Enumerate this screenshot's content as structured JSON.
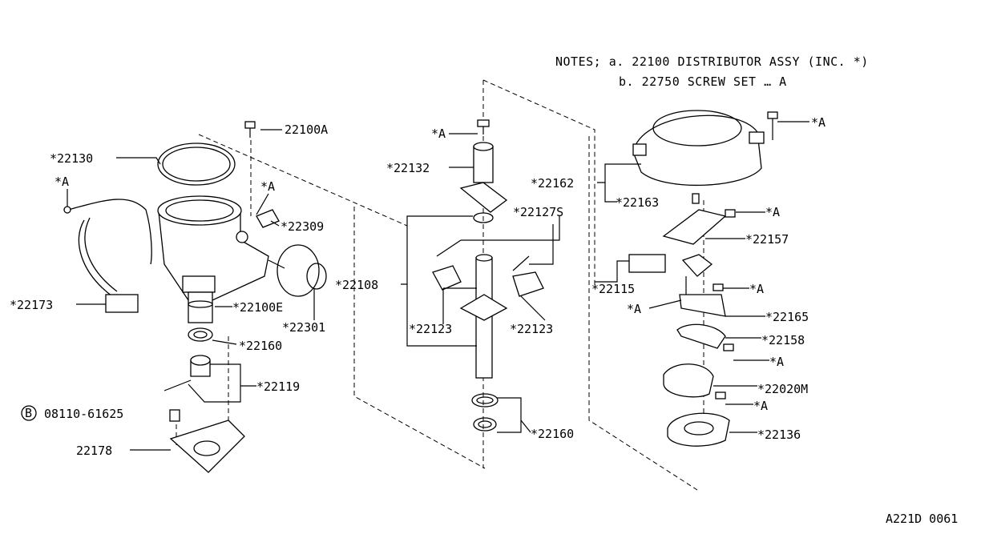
{
  "notes": {
    "line1": "NOTES; a. 22100   DISTRIBUTOR ASSY (INC. *)",
    "line2": "b. 22750  SCREW SET … A"
  },
  "footer_code": "A221D 0061",
  "labels": {
    "l22100A": "22100A",
    "l22130": "*22130",
    "lA_left": "*A",
    "lA_mid": "*A",
    "l22309": "*22309",
    "l22173": "*22173",
    "l22100E": "*22100E",
    "l22301": "*22301",
    "l22160_left": "*22160",
    "l22119": "*22119",
    "l08110": "08110-61625",
    "bolt_symbol": "B",
    "l22178": "22178",
    "lA_top": "*A",
    "l22132": "*22132",
    "l22127S": "*22127S",
    "l22108": "*22108",
    "l22123_left": "*22123",
    "l22123_right": "*22123",
    "l22160_mid": "*22160",
    "l22162": "*22162",
    "lA_cap": "*A",
    "l22163": "*22163",
    "lA_rotor": "*A",
    "l22157": "*22157",
    "l22115": "*22115",
    "lA_r1": "*A",
    "lA_r2": "*A",
    "l22165": "*22165",
    "l22158": "*22158",
    "lA_r3": "*A",
    "l22020M": "*22020M",
    "lA_r4": "*A",
    "l22136": "*22136"
  }
}
